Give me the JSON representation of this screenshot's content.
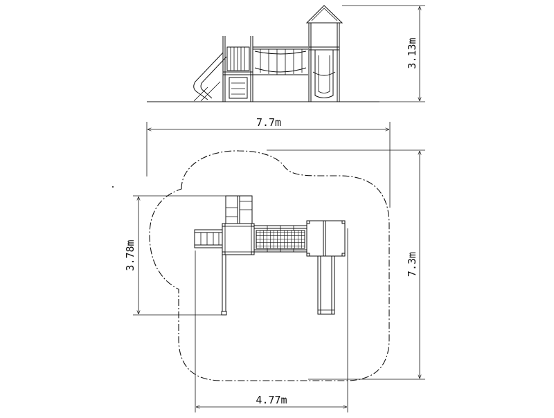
{
  "dimensions": {
    "height_side": "3.13m",
    "width_overall": "7.7m",
    "depth_overall": "7.3m",
    "depth_structure": "3.78m",
    "width_structure": "4.77m"
  },
  "icons": {
    "side_view": "playground-elevation-drawing",
    "top_view": "playground-plan-drawing",
    "safety_zone": "dash-dot-boundary"
  }
}
